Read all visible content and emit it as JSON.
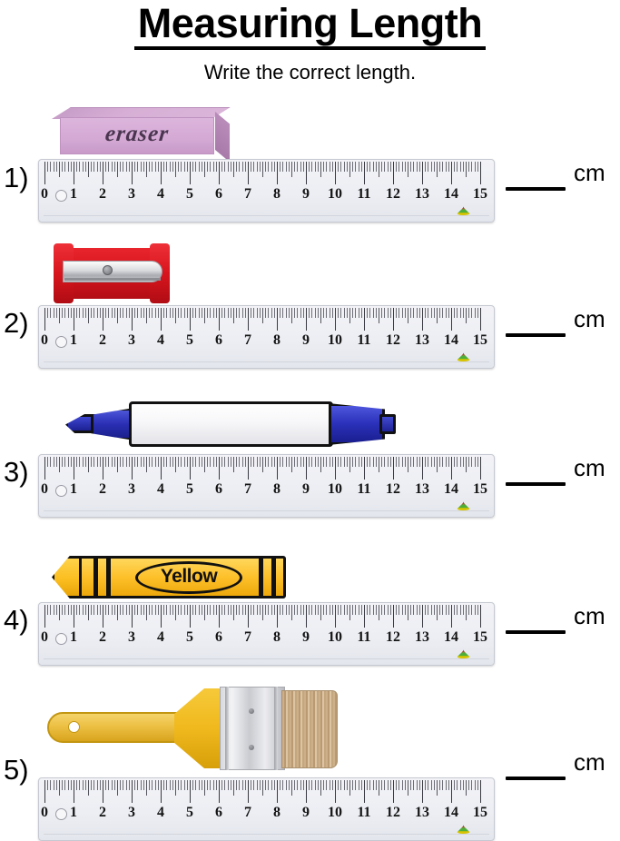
{
  "header": {
    "title": "Measuring Length",
    "subtitle": "Write the correct length."
  },
  "ruler": {
    "unit_label": "cm",
    "min": 0,
    "max": 15,
    "tick_labels": [
      "0",
      "1",
      "2",
      "3",
      "4",
      "5",
      "6",
      "7",
      "8",
      "9",
      "10",
      "11",
      "12",
      "13",
      "14",
      "15"
    ],
    "hole_icon": "ruler-hole-icon",
    "logo_icon": "ruler-logo-icon"
  },
  "problems": [
    {
      "number": "1)",
      "object_name": "eraser",
      "object_label": "eraser",
      "answer": "",
      "unit": "cm"
    },
    {
      "number": "2)",
      "object_name": "pencil-sharpener",
      "object_label": "",
      "answer": "",
      "unit": "cm"
    },
    {
      "number": "3)",
      "object_name": "marker",
      "object_label": "",
      "answer": "",
      "unit": "cm"
    },
    {
      "number": "4)",
      "object_name": "crayon",
      "object_label": "Yellow",
      "answer": "",
      "unit": "cm"
    },
    {
      "number": "5)",
      "object_name": "paintbrush",
      "object_label": "",
      "answer": "",
      "unit": "cm"
    }
  ],
  "colors": {
    "eraser": "#d4a9d4",
    "sharpener": "#d8151d",
    "marker_cap": "#2b31ba",
    "marker_body": "#ffffff",
    "crayon": "#fdc02a",
    "brush_handle": "#ecc044",
    "brush_bristles": "#c4a77f",
    "ruler_body": "#eceef3",
    "text": "#000000"
  }
}
